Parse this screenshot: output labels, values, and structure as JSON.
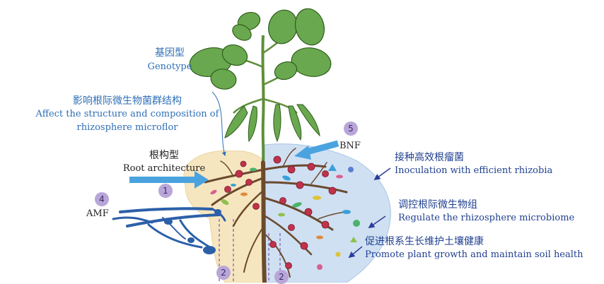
{
  "labels": {
    "genotype_cn": "基因型",
    "genotype_en": "Genotype",
    "affect_cn": "影响根际微生物菌群结构",
    "affect_en_1": "Affect the structure and composition of",
    "affect_en_2": "rhizosphere microflor",
    "root_arch_cn": "根构型",
    "root_arch_en": "Root architecture",
    "bnf": "BNF",
    "amf": "AMF",
    "inoculation_cn": "接种高效根瘤菌",
    "inoculation_en": "Inoculation with efficient rhizobia",
    "regulate_cn": "调控根际微生物组",
    "regulate_en": "Regulate the rhizosphere microbiome",
    "promote_cn": "促进根系生长维护土壤健康",
    "promote_en": "Promote plant growth and maintain soil health"
  },
  "badges": {
    "root_architecture": "1",
    "mycorrhiza_left": "2",
    "mycorrhiza_right": "2",
    "amf": "4",
    "bnf": "5"
  },
  "colors": {
    "leaf": "#6aa84f",
    "leaf_edge": "#2e5d1c",
    "stem": "#5f8f3a",
    "root": "#6b4a2e",
    "nodule": "#c0324b",
    "rhizosphere_left": "#f6e6bf",
    "rhizosphere_right": "#cfe0f3",
    "hyphae": "#2c5fa8",
    "arrow_light": "#4aa3df",
    "arrow_dark": "#2d3d99",
    "text_blue": "#2f6fb6",
    "badge": "#b9a6d8"
  }
}
